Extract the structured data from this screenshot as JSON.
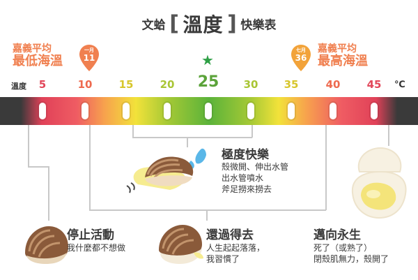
{
  "title": {
    "left": "文蛤",
    "bracket_open": "[",
    "main": "溫度",
    "bracket_close": "]",
    "right": "快樂表"
  },
  "low": {
    "sub": "嘉義平均",
    "main": "最低海溫",
    "pin_month": "一月",
    "pin_value": "11",
    "color": "#f08050"
  },
  "high": {
    "sub": "嘉義平均",
    "main": "最高海溫",
    "pin_month": "七月",
    "pin_value": "36",
    "color": "#f2a33a"
  },
  "scale": {
    "label": "溫度",
    "unit": "℃",
    "ticks": [
      "5",
      "10",
      "15",
      "20",
      "25",
      "30",
      "35",
      "40",
      "45"
    ],
    "tick_colors": [
      "#e2475a",
      "#ee6a4f",
      "#d7c62c",
      "#a9c535",
      "#5ba33a",
      "#a9c535",
      "#d7c62c",
      "#ee6a4f",
      "#e2475a"
    ],
    "star": "★"
  },
  "states": {
    "best": {
      "title": "極度快樂",
      "lines": [
        "殼微開、伸出水管",
        "出水管噴水",
        "斧足撈來撈去"
      ]
    },
    "stop": {
      "title": "停止活動",
      "lines": [
        "我什麼都不想做"
      ]
    },
    "ok": {
      "title": "還過得去",
      "lines": [
        "人生起起落落，",
        "我習慣了"
      ]
    },
    "dead": {
      "title": "邁向永生",
      "lines": [
        "死了（或熟了）",
        "閉殼肌無力，殼開了"
      ]
    }
  }
}
